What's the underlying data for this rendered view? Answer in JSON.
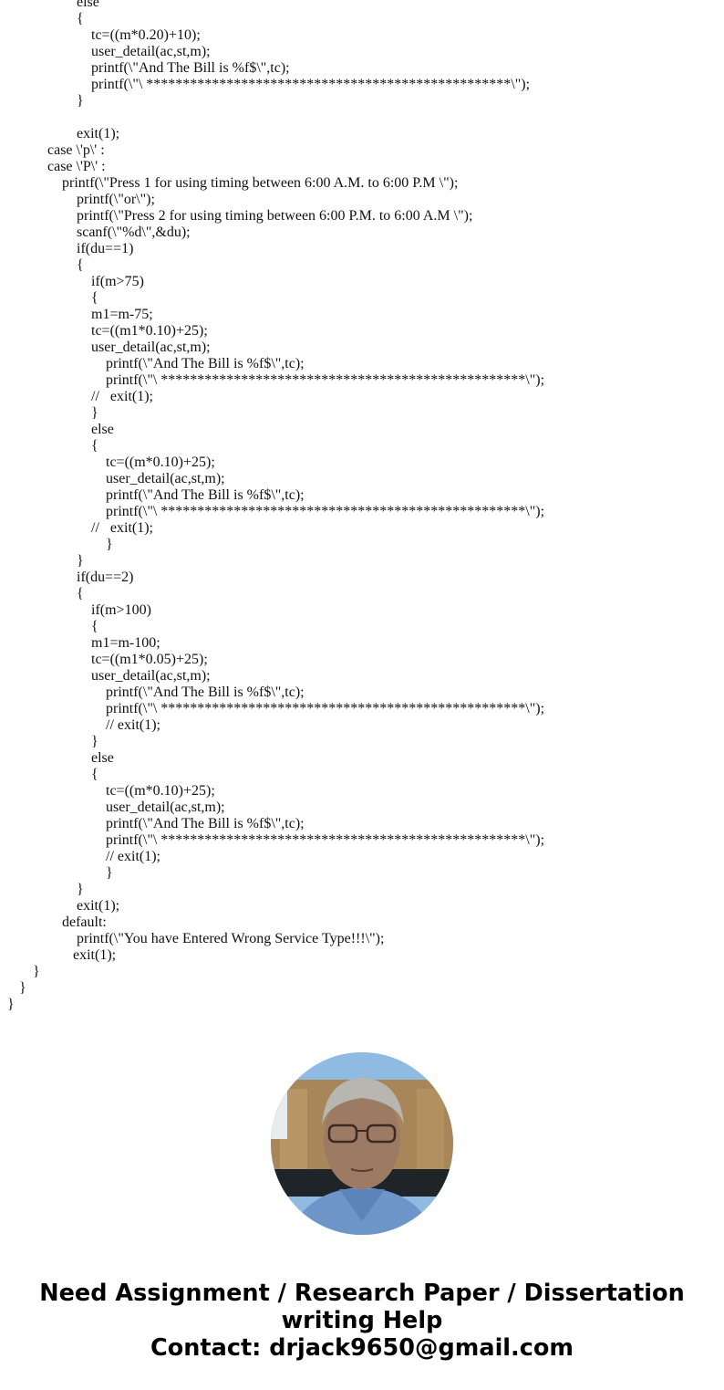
{
  "code": {
    "lines": [
      {
        "indent": 84,
        "text": "else"
      },
      {
        "indent": 84,
        "text": "{"
      },
      {
        "indent": 100,
        "text": "tc=((m*0.20)+10);"
      },
      {
        "indent": 100,
        "text": "user_detail(ac,st,m);"
      },
      {
        "indent": 100,
        "text": "printf(\\\"And The Bill is %f$\\\",tc);"
      },
      {
        "indent": 100,
        "text": "printf(\\\"\\ **************************************************\\\");"
      },
      {
        "indent": 84,
        "text": "}"
      },
      {
        "indent": 84,
        "text": ""
      },
      {
        "indent": 84,
        "text": "exit(1);"
      },
      {
        "indent": 52,
        "text": "case \\'p\\' :"
      },
      {
        "indent": 52,
        "text": "case \\'P\\' :"
      },
      {
        "indent": 68,
        "text": "printf(\\\"Press 1 for using timing between 6:00 A.M. to 6:00 P.M \\\");"
      },
      {
        "indent": 84,
        "text": "printf(\\\"or\\\");"
      },
      {
        "indent": 84,
        "text": "printf(\\\"Press 2 for using timing between 6:00 P.M. to 6:00 A.M \\\");"
      },
      {
        "indent": 84,
        "text": "scanf(\\\"%d\\\",&du);"
      },
      {
        "indent": 84,
        "text": "if(du==1)"
      },
      {
        "indent": 84,
        "text": "{"
      },
      {
        "indent": 100,
        "text": "if(m>75)"
      },
      {
        "indent": 100,
        "text": "{"
      },
      {
        "indent": 100,
        "text": "m1=m-75;"
      },
      {
        "indent": 100,
        "text": "tc=((m1*0.10)+25);"
      },
      {
        "indent": 100,
        "text": "user_detail(ac,st,m);"
      },
      {
        "indent": 116,
        "text": "printf(\\\"And The Bill is %f$\\\",tc);"
      },
      {
        "indent": 116,
        "text": "printf(\\\"\\ **************************************************\\\");"
      },
      {
        "indent": 100,
        "text": "//   exit(1);"
      },
      {
        "indent": 100,
        "text": "}"
      },
      {
        "indent": 100,
        "text": "else"
      },
      {
        "indent": 100,
        "text": "{"
      },
      {
        "indent": 116,
        "text": "tc=((m*0.10)+25);"
      },
      {
        "indent": 116,
        "text": "user_detail(ac,st,m);"
      },
      {
        "indent": 116,
        "text": "printf(\\\"And The Bill is %f$\\\",tc);"
      },
      {
        "indent": 116,
        "text": "printf(\\\"\\ **************************************************\\\");"
      },
      {
        "indent": 100,
        "text": "//   exit(1);"
      },
      {
        "indent": 116,
        "text": "}"
      },
      {
        "indent": 84,
        "text": "}"
      },
      {
        "indent": 84,
        "text": "if(du==2)"
      },
      {
        "indent": 84,
        "text": "{"
      },
      {
        "indent": 100,
        "text": "if(m>100)"
      },
      {
        "indent": 100,
        "text": "{"
      },
      {
        "indent": 100,
        "text": "m1=m-100;"
      },
      {
        "indent": 100,
        "text": "tc=((m1*0.05)+25);"
      },
      {
        "indent": 100,
        "text": "user_detail(ac,st,m);"
      },
      {
        "indent": 116,
        "text": "printf(\\\"And The Bill is %f$\\\",tc);"
      },
      {
        "indent": 116,
        "text": "printf(\\\"\\ **************************************************\\\");"
      },
      {
        "indent": 116,
        "text": "// exit(1);"
      },
      {
        "indent": 100,
        "text": "}"
      },
      {
        "indent": 100,
        "text": "else"
      },
      {
        "indent": 100,
        "text": "{"
      },
      {
        "indent": 116,
        "text": "tc=((m*0.10)+25);"
      },
      {
        "indent": 116,
        "text": "user_detail(ac,st,m);"
      },
      {
        "indent": 116,
        "text": "printf(\\\"And The Bill is %f$\\\",tc);"
      },
      {
        "indent": 116,
        "text": "printf(\\\"\\ **************************************************\\\");"
      },
      {
        "indent": 116,
        "text": "// exit(1);"
      },
      {
        "indent": 116,
        "text": "}"
      },
      {
        "indent": 84,
        "text": "}"
      },
      {
        "indent": 84,
        "text": "exit(1);"
      },
      {
        "indent": 68,
        "text": "default:"
      },
      {
        "indent": 84,
        "text": "printf(\\\"You have Entered Wrong Service Type!!!\\\");"
      },
      {
        "indent": 80,
        "text": "exit(1);"
      },
      {
        "indent": 36,
        "text": "}"
      },
      {
        "indent": 21,
        "text": "}"
      },
      {
        "indent": 8,
        "text": "}"
      }
    ]
  },
  "avatar": {
    "alt": "author-photo"
  },
  "footer": {
    "line1": "Need Assignment / Research Paper / Dissertation",
    "line2": "writing Help",
    "line3": "Contact: drjack9650@gmail.com"
  }
}
